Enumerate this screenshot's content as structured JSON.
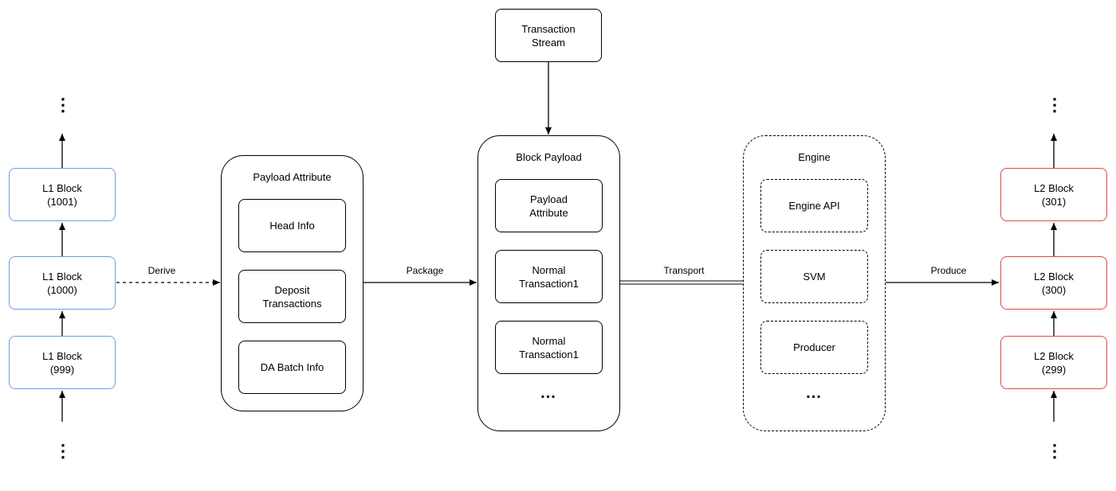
{
  "l1_chain": {
    "blocks": [
      {
        "title": "L1 Block",
        "number": "(1001)"
      },
      {
        "title": "L1 Block",
        "number": "(1000)"
      },
      {
        "title": "L1 Block",
        "number": "(999)"
      }
    ],
    "ellipsis_top": "⋮",
    "ellipsis_bottom": "⋮"
  },
  "l2_chain": {
    "blocks": [
      {
        "title": "L2 Block",
        "number": "(301)"
      },
      {
        "title": "L2 Block",
        "number": "(300)"
      },
      {
        "title": "L2 Block",
        "number": "(299)"
      }
    ],
    "ellipsis_top": "⋮",
    "ellipsis_bottom": "⋮"
  },
  "edges": {
    "derive": "Derive",
    "package": "Package",
    "transport": "Transport",
    "produce": "Produce"
  },
  "payload_attribute": {
    "title": "Payload Attribute",
    "items": [
      "Head Info",
      "Deposit\nTransactions",
      "DA Batch Info"
    ]
  },
  "transaction_stream": "Transaction\nStream",
  "block_payload": {
    "title": "Block Payload",
    "items": [
      "Payload\nAttribute",
      "Normal\nTransaction1",
      "Normal\nTransaction1"
    ],
    "ellipsis": "..."
  },
  "engine": {
    "title": "Engine",
    "items": [
      "Engine API",
      "SVM",
      "Producer"
    ],
    "ellipsis": "..."
  }
}
